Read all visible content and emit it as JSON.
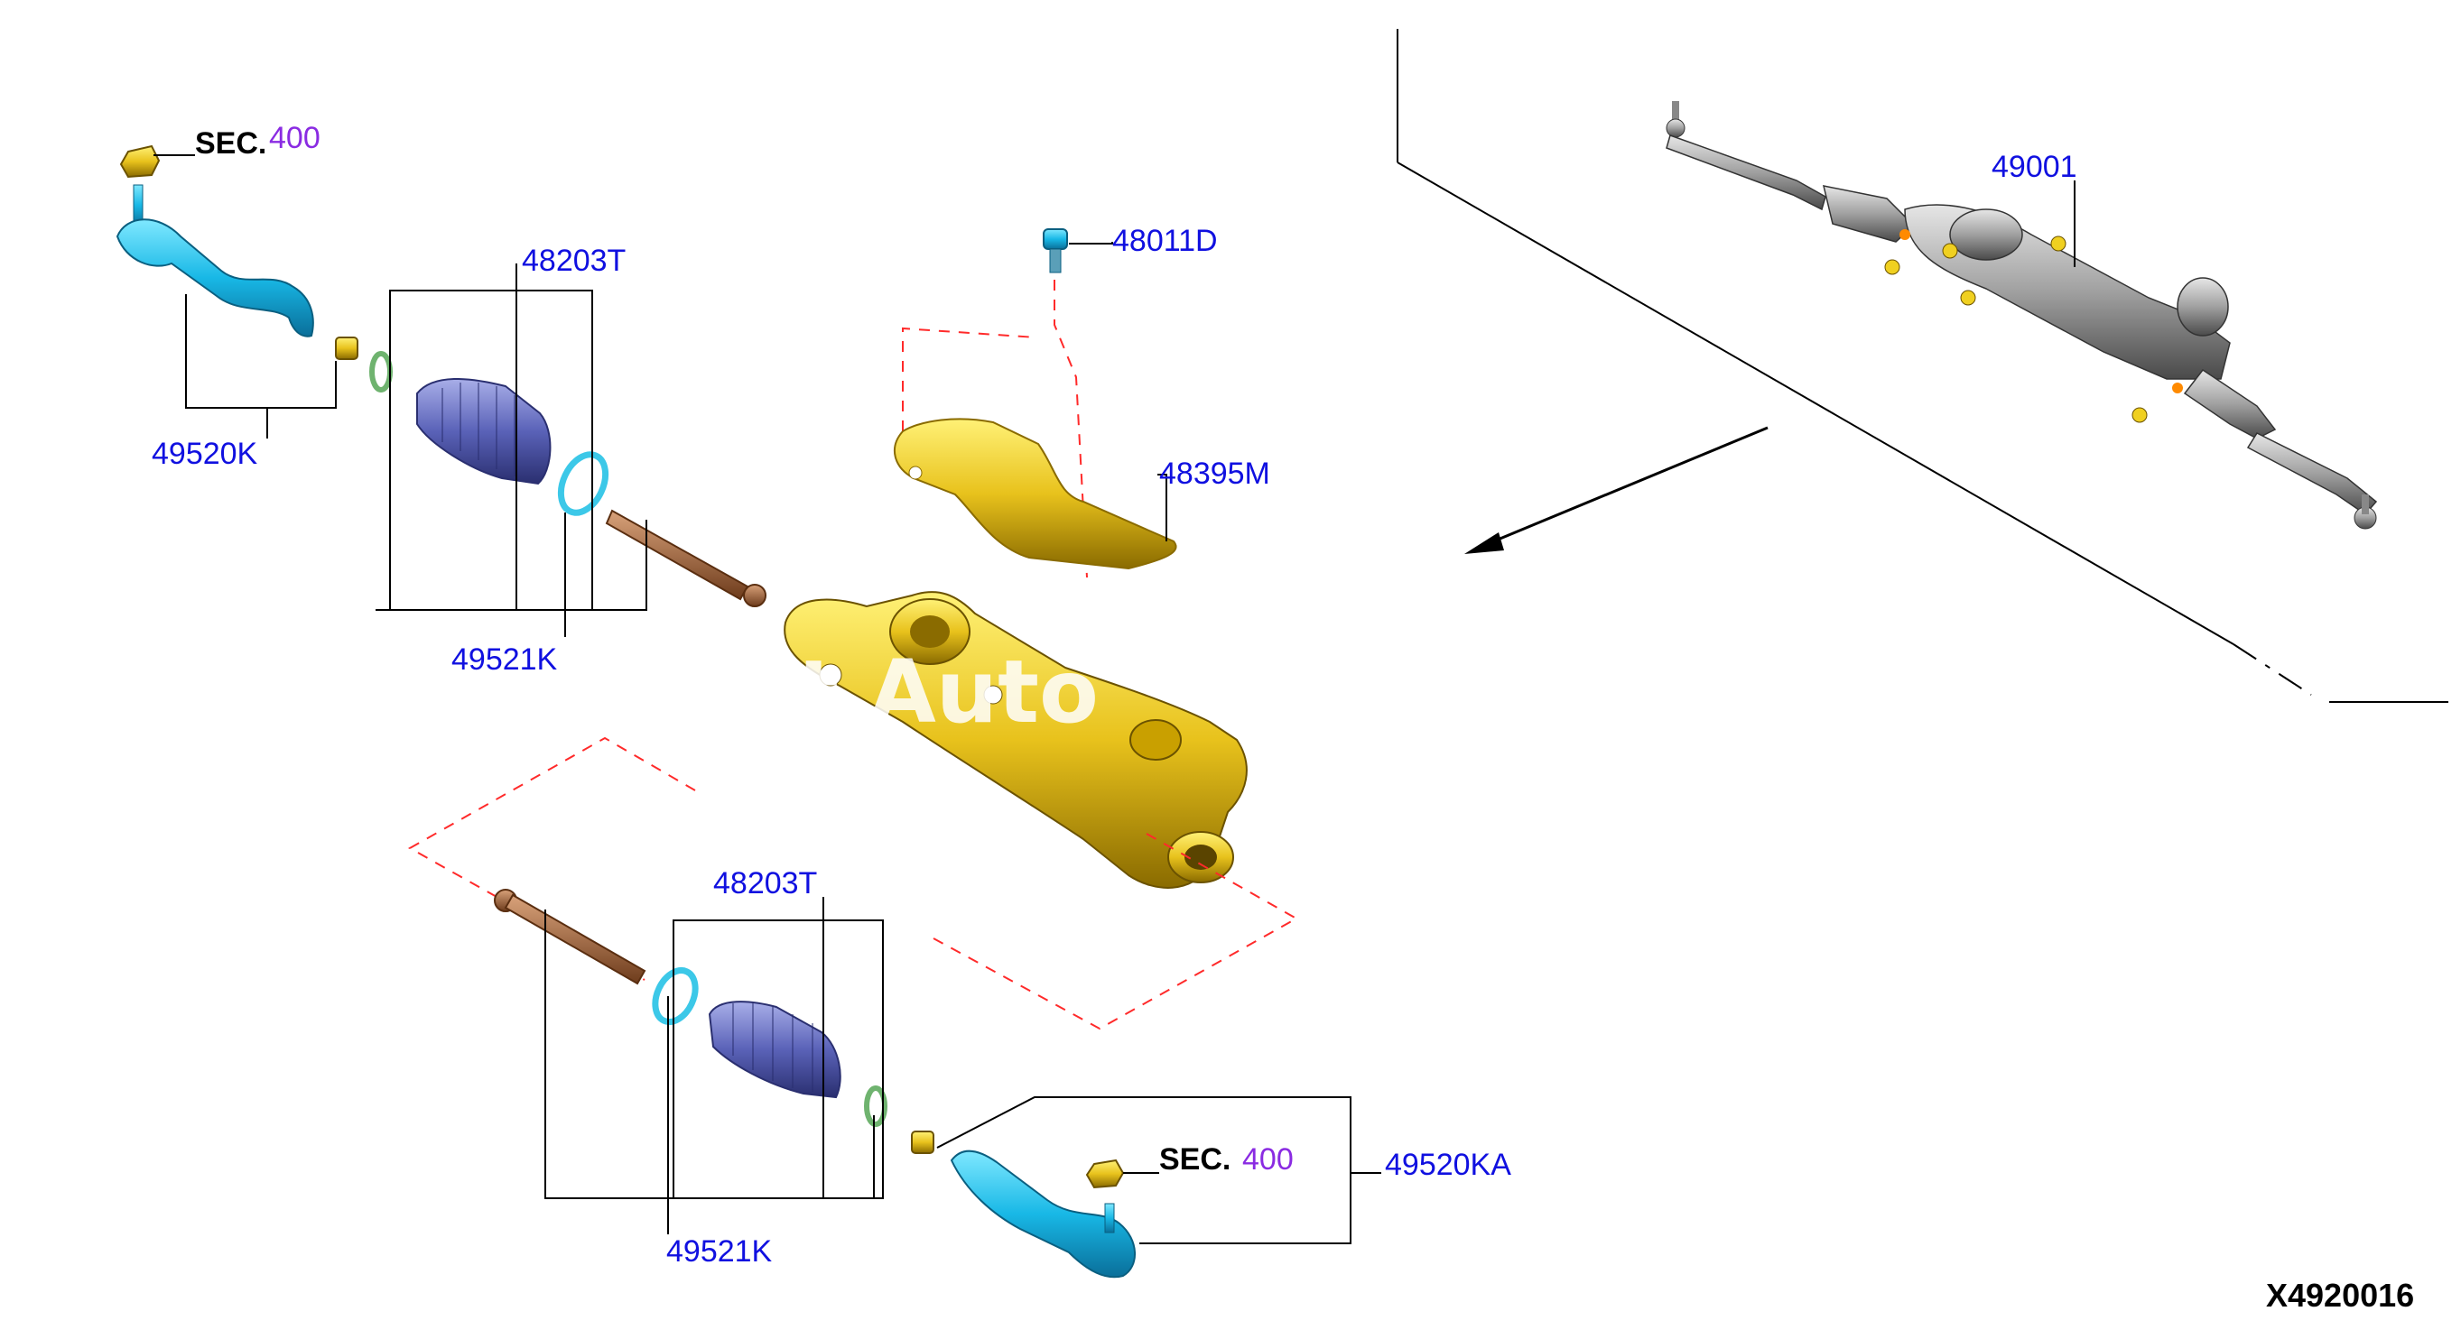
{
  "diagram": {
    "drawing_code": "X4920016",
    "watermark_text": "st Auto",
    "labels": {
      "tie_rod_end_left": "49520K",
      "tie_rod_end_right": "49520KA",
      "boot_kit_upper": "48203T",
      "boot_kit_lower": "48203T",
      "inner_socket_upper": "49521K",
      "inner_socket_lower": "49521K",
      "bolt": "48011D",
      "insulator": "48395M",
      "gear_assembly": "49001"
    },
    "sec_refs": {
      "upper": {
        "prefix": "SEC.",
        "number": "400"
      },
      "lower": {
        "prefix": "SEC.",
        "number": "400"
      }
    }
  }
}
